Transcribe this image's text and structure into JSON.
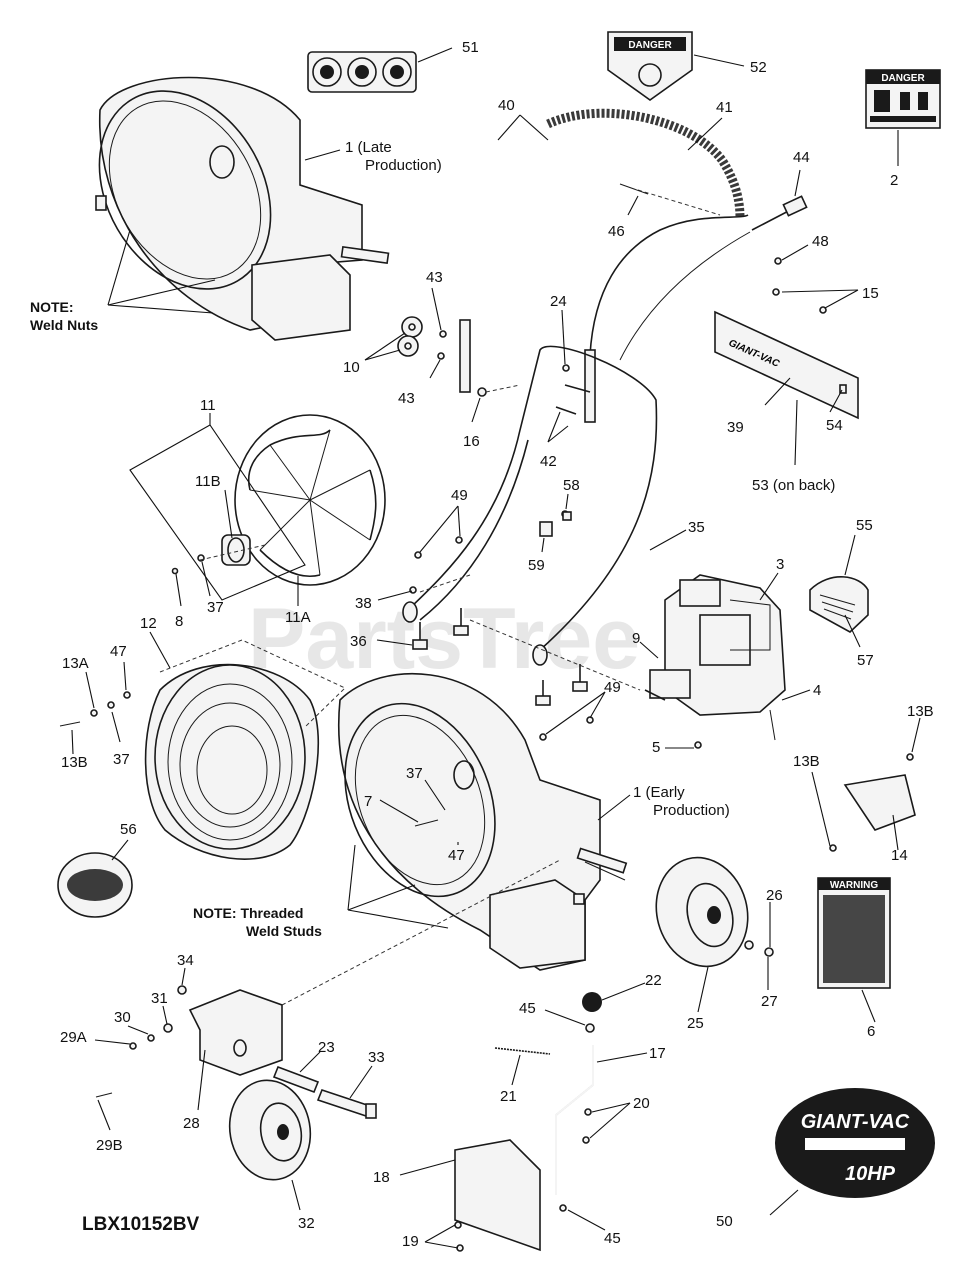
{
  "model_number": "LBX10152BV",
  "watermark": "PartsTree",
  "decals": {
    "danger_52": "DANGER",
    "danger_2": "DANGER",
    "warning_6": "WARNING",
    "brand_39": "GIANT-VAC",
    "brand_50_line1": "GIANT-VAC",
    "brand_50_line2": "10HP"
  },
  "notes": [
    {
      "id": "weld-nuts",
      "lines": [
        "NOTE:",
        "Weld Nuts"
      ]
    },
    {
      "id": "threaded-weld-studs",
      "lines": [
        "NOTE: Threaded",
        "Weld Studs"
      ]
    }
  ],
  "callouts": [
    {
      "id": "51",
      "lines": [
        "51"
      ]
    },
    {
      "id": "52",
      "lines": [
        "52"
      ]
    },
    {
      "id": "2",
      "lines": [
        "2"
      ]
    },
    {
      "id": "1-late",
      "lines": [
        "1 (Late",
        "Production)"
      ]
    },
    {
      "id": "40",
      "lines": [
        "40"
      ]
    },
    {
      "id": "41",
      "lines": [
        "41"
      ]
    },
    {
      "id": "44",
      "lines": [
        "44"
      ]
    },
    {
      "id": "46",
      "lines": [
        "46"
      ]
    },
    {
      "id": "48",
      "lines": [
        "48"
      ]
    },
    {
      "id": "15",
      "lines": [
        "15"
      ]
    },
    {
      "id": "43a",
      "lines": [
        "43"
      ]
    },
    {
      "id": "43b",
      "lines": [
        "43"
      ]
    },
    {
      "id": "10",
      "lines": [
        "10"
      ]
    },
    {
      "id": "24",
      "lines": [
        "24"
      ]
    },
    {
      "id": "16",
      "lines": [
        "16"
      ]
    },
    {
      "id": "42",
      "lines": [
        "42"
      ]
    },
    {
      "id": "39",
      "lines": [
        "39"
      ]
    },
    {
      "id": "54",
      "lines": [
        "54"
      ]
    },
    {
      "id": "53",
      "lines": [
        "53 (on back)"
      ]
    },
    {
      "id": "11",
      "lines": [
        "11"
      ]
    },
    {
      "id": "11B",
      "lines": [
        "11B"
      ]
    },
    {
      "id": "49a",
      "lines": [
        "49"
      ]
    },
    {
      "id": "58",
      "lines": [
        "58"
      ]
    },
    {
      "id": "59",
      "lines": [
        "59"
      ]
    },
    {
      "id": "35",
      "lines": [
        "35"
      ]
    },
    {
      "id": "55",
      "lines": [
        "55"
      ]
    },
    {
      "id": "3",
      "lines": [
        "3"
      ]
    },
    {
      "id": "8",
      "lines": [
        "8"
      ]
    },
    {
      "id": "37a",
      "lines": [
        "37"
      ]
    },
    {
      "id": "11A",
      "lines": [
        "11A"
      ]
    },
    {
      "id": "38",
      "lines": [
        "38"
      ]
    },
    {
      "id": "57",
      "lines": [
        "57"
      ]
    },
    {
      "id": "12",
      "lines": [
        "12"
      ]
    },
    {
      "id": "36",
      "lines": [
        "36"
      ]
    },
    {
      "id": "9",
      "lines": [
        "9"
      ]
    },
    {
      "id": "13A",
      "lines": [
        "13A"
      ]
    },
    {
      "id": "47a",
      "lines": [
        "47"
      ]
    },
    {
      "id": "49b",
      "lines": [
        "49"
      ]
    },
    {
      "id": "4",
      "lines": [
        "4"
      ]
    },
    {
      "id": "13B-r1",
      "lines": [
        "13B"
      ]
    },
    {
      "id": "37b",
      "lines": [
        "37"
      ]
    },
    {
      "id": "13B-l",
      "lines": [
        "13B"
      ]
    },
    {
      "id": "5",
      "lines": [
        "5"
      ]
    },
    {
      "id": "37c",
      "lines": [
        "37"
      ]
    },
    {
      "id": "7",
      "lines": [
        "7"
      ]
    },
    {
      "id": "1-early",
      "lines": [
        "1 (Early",
        "Production)"
      ]
    },
    {
      "id": "13B-r2",
      "lines": [
        "13B"
      ]
    },
    {
      "id": "56",
      "lines": [
        "56"
      ]
    },
    {
      "id": "47b",
      "lines": [
        "47"
      ]
    },
    {
      "id": "14",
      "lines": [
        "14"
      ]
    },
    {
      "id": "26",
      "lines": [
        "26"
      ]
    },
    {
      "id": "22",
      "lines": [
        "22"
      ]
    },
    {
      "id": "27",
      "lines": [
        "27"
      ]
    },
    {
      "id": "6",
      "lines": [
        "6"
      ]
    },
    {
      "id": "34",
      "lines": [
        "34"
      ]
    },
    {
      "id": "45a",
      "lines": [
        "45"
      ]
    },
    {
      "id": "25",
      "lines": [
        "25"
      ]
    },
    {
      "id": "31",
      "lines": [
        "31"
      ]
    },
    {
      "id": "30",
      "lines": [
        "30"
      ]
    },
    {
      "id": "29A",
      "lines": [
        "29A"
      ]
    },
    {
      "id": "23",
      "lines": [
        "23"
      ]
    },
    {
      "id": "33",
      "lines": [
        "33"
      ]
    },
    {
      "id": "21",
      "lines": [
        "21"
      ]
    },
    {
      "id": "17",
      "lines": [
        "17"
      ]
    },
    {
      "id": "20",
      "lines": [
        "20"
      ]
    },
    {
      "id": "29B",
      "lines": [
        "29B"
      ]
    },
    {
      "id": "28",
      "lines": [
        "28"
      ]
    },
    {
      "id": "18",
      "lines": [
        "18"
      ]
    },
    {
      "id": "32",
      "lines": [
        "32"
      ]
    },
    {
      "id": "19",
      "lines": [
        "19"
      ]
    },
    {
      "id": "45b",
      "lines": [
        "45"
      ]
    },
    {
      "id": "50",
      "lines": [
        "50"
      ]
    }
  ]
}
